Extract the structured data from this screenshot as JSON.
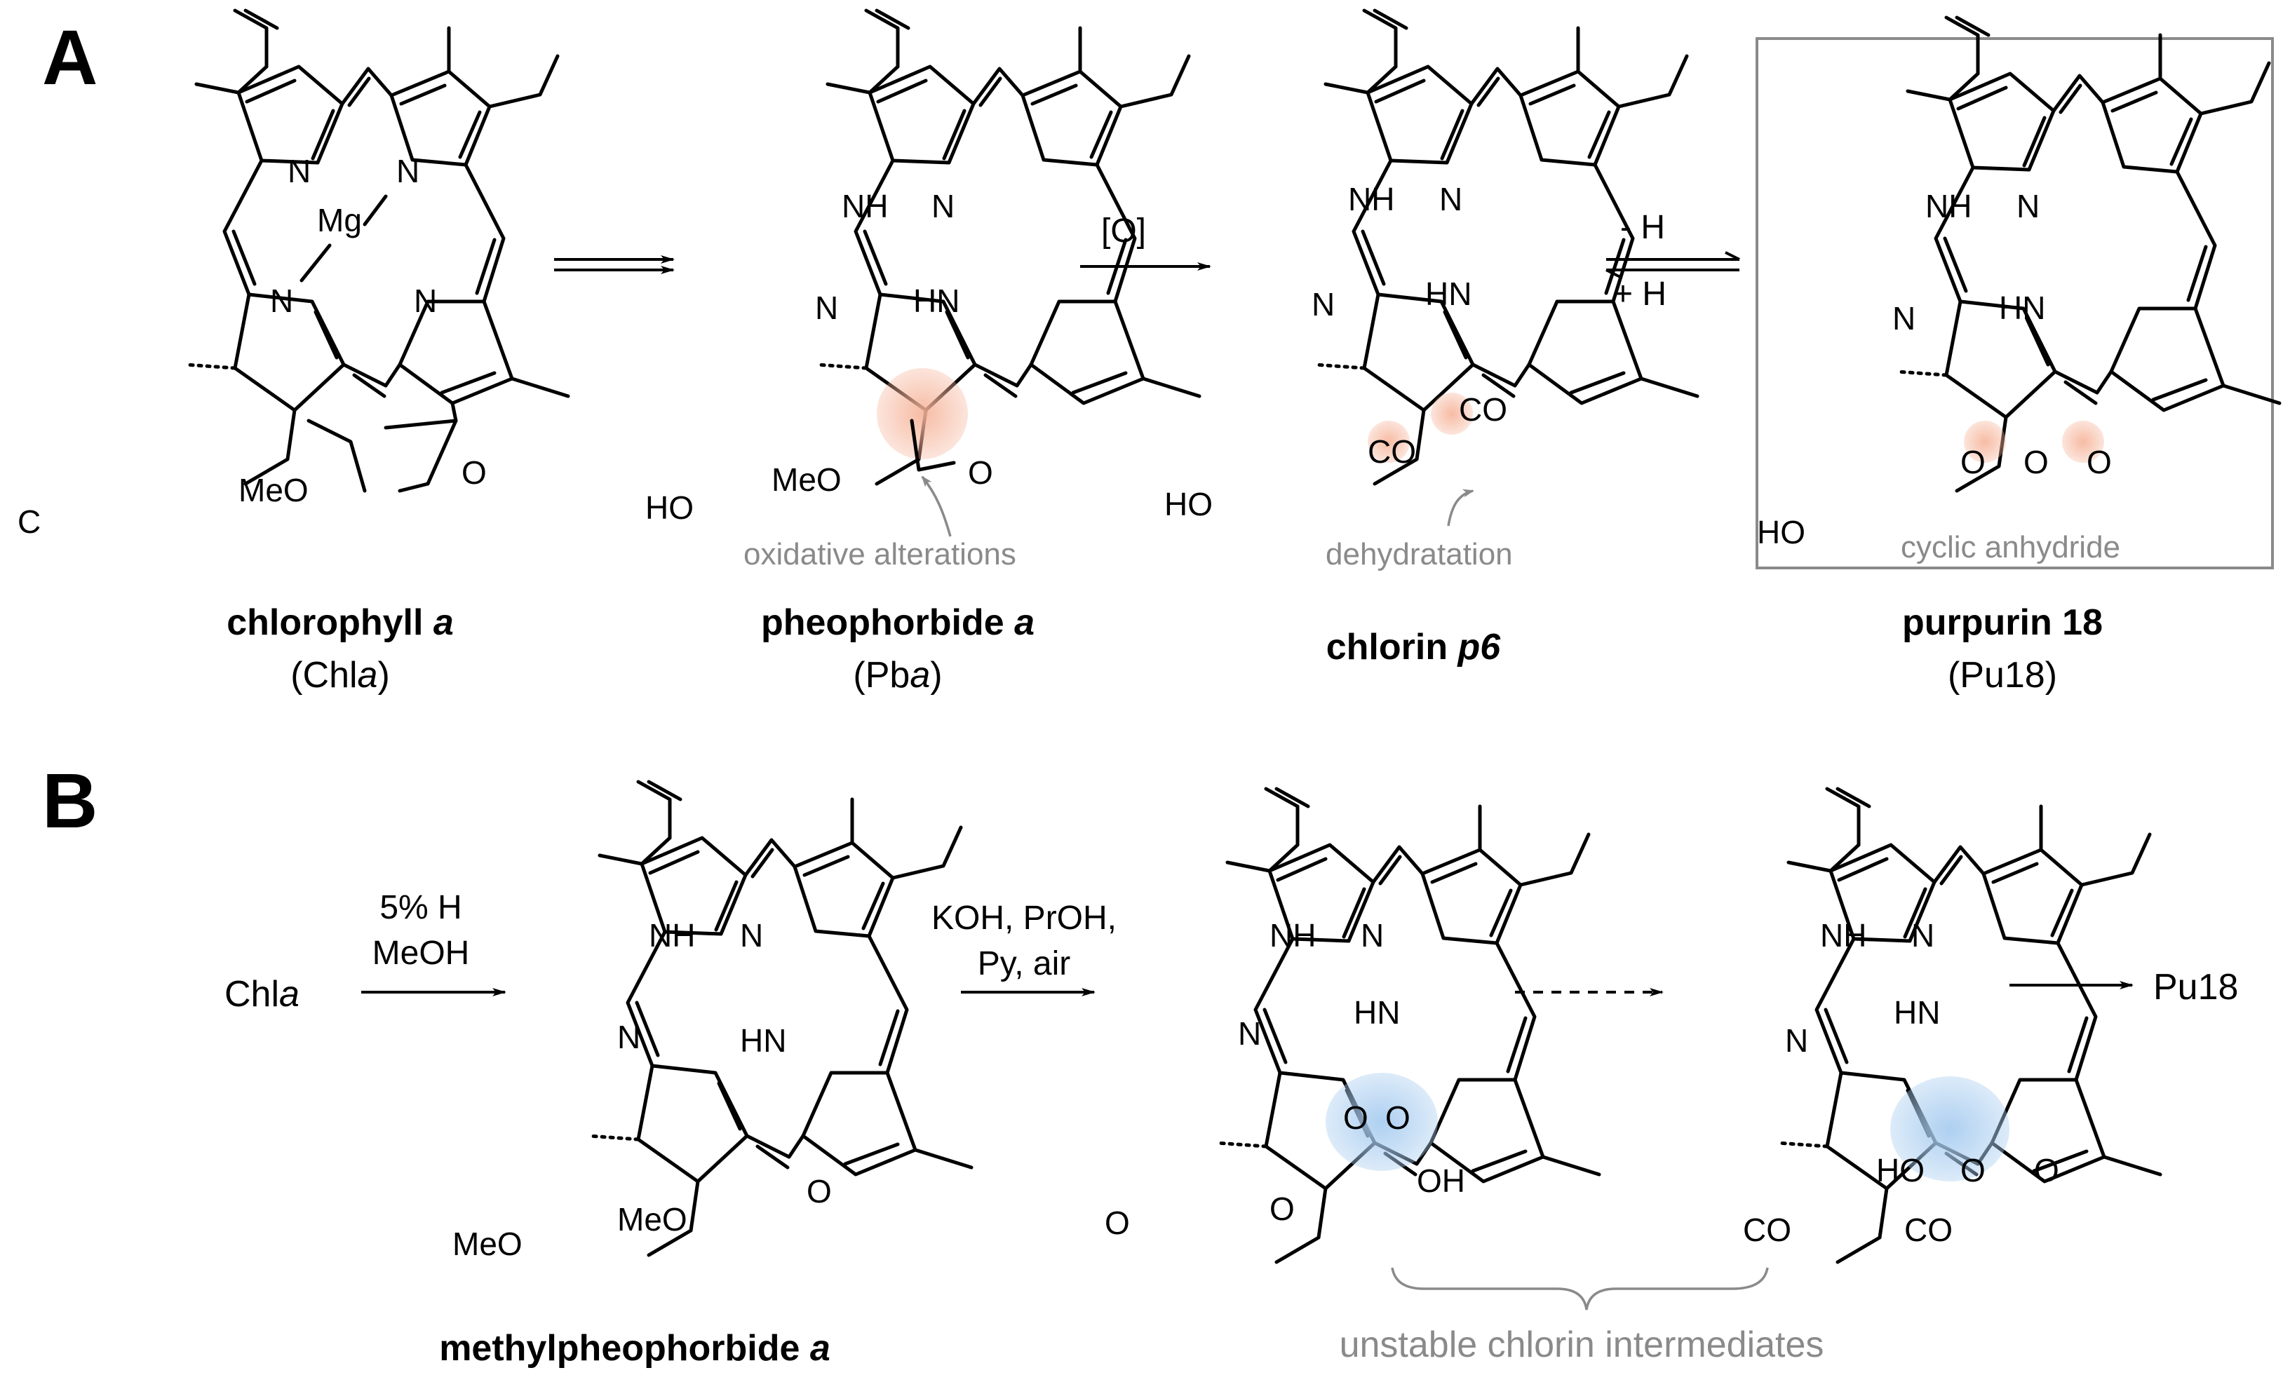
{
  "panels": {
    "a": "A",
    "b": "B"
  },
  "compounds": {
    "chla": {
      "name": "chlorophyll ",
      "name_italic": "a",
      "abbr_pre": "(Chl",
      "abbr_italic": "a",
      "abbr_post": ")"
    },
    "pba": {
      "name": "pheophorbide ",
      "name_italic": "a",
      "abbr_pre": "(Pb",
      "abbr_italic": "a",
      "abbr_post": ")"
    },
    "p6": {
      "name": "chlorin ",
      "name_italic": "p6"
    },
    "pu18": {
      "name": "purpurin 18",
      "abbr": "(Pu18)"
    },
    "mepba": {
      "name": "methylpheophorbide ",
      "name_italic": "a"
    }
  },
  "reagents": {
    "oxidation": "[O]",
    "minus_water": "- H",
    "plus_water": "+ H",
    "acid_line1": "5% H",
    "acid_line2": "MeOH",
    "base_line1": "KOH, PrOH,",
    "base_line2": "Py, air",
    "start": "Chl",
    "start_italic": "a",
    "end": "Pu18"
  },
  "annotations": {
    "oxidative": "oxidative alterations",
    "dehydratation": "dehydratation",
    "anhydride": "cyclic anhydride",
    "unstable": "unstable chlorin intermediates"
  },
  "atoms": {
    "N": "N",
    "NH": "NH",
    "HN": "HN",
    "Mg": "Mg",
    "O": "O",
    "MeO2C": "MeO",
    "HO2C": "HO",
    "CO2H": "CO",
    "C20": "C",
    "OH": "OH",
    "HO": "HO",
    "O2C": "O",
    "CO2": "CO",
    "MeO2C_ester": "MeO"
  },
  "colors": {
    "highlight_orange": "#f6b49a",
    "highlight_blue": "#a9cdf0",
    "annotation_gray": "#8a8a8a",
    "box_border": "#8a8a8a"
  }
}
